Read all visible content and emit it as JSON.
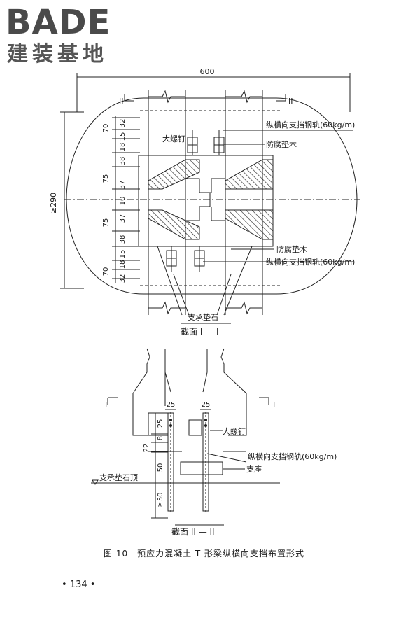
{
  "logo": {
    "brand": "BADE",
    "subtitle": "建装基地"
  },
  "dims": {
    "width_600": "600",
    "height_290": "≥290",
    "top_left": [
      "70",
      "32"
    ],
    "stack_left": [
      "15",
      "18",
      "38",
      "75",
      "37",
      "10",
      "37",
      "75",
      "38",
      "15",
      "18",
      "70",
      "32"
    ],
    "s2": {
      "w25a": "25",
      "w25b": "25",
      "v25": "25",
      "v8": "8",
      "v22": "22",
      "v50": "50",
      "v50b": "≥50"
    }
  },
  "labels": {
    "big_bolt": "大螺钉",
    "rail_60": "纵横向支挡钢轨(60kg/m)",
    "anticorr_pad": "防腐垫木",
    "anticorr_pad2": "防腐垫木",
    "rail_60b": "纵横向支挡钢轨(60kg/m)",
    "bearing_stone": "支承垫石",
    "section_1": "截面 I — I",
    "mark_II_left": "II",
    "mark_II_right": "II",
    "mark_I_left": "I",
    "mark_I_right": "I",
    "s2_bolt": "大螺钉",
    "s2_rail": "纵横向支挡钢轨(60kg/m)",
    "s2_support": "支座",
    "s2_stone_top": "支承垫石顶",
    "section_2": "截面 II — II"
  },
  "caption": "图 10　预应力混凝土 T 形梁纵横向支挡布置形式",
  "page_number": "• 134 •"
}
